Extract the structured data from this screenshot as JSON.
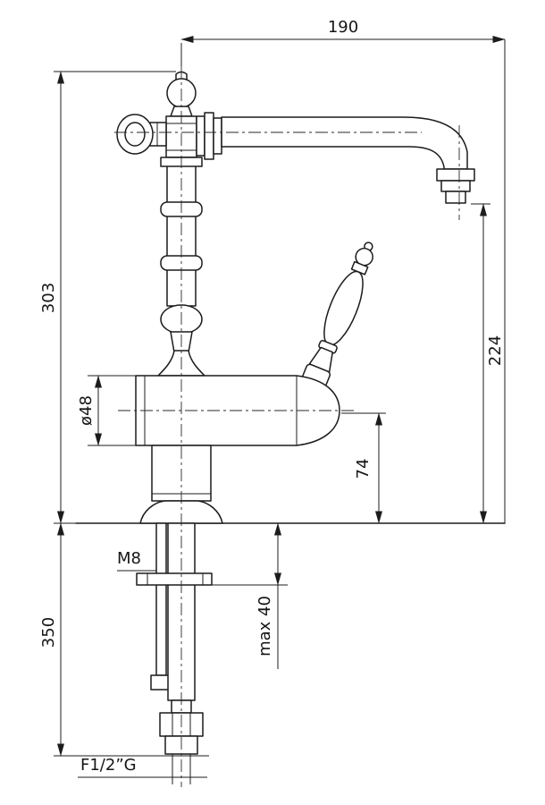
{
  "drawing": {
    "subject": "kitchen-faucet-technical-drawing",
    "line_color": "#1c1c1c",
    "background_color": "#ffffff",
    "labels": {
      "dim_width_top": "190",
      "dim_height_total": "303",
      "dim_height_spout": "224",
      "dim_body_diameter": "ø48",
      "dim_spout_clearance": "74",
      "label_thread_rod": "M8",
      "dim_max_counter": "max 40",
      "dim_under_counter": "350",
      "label_connection": "F1/2”G"
    }
  }
}
